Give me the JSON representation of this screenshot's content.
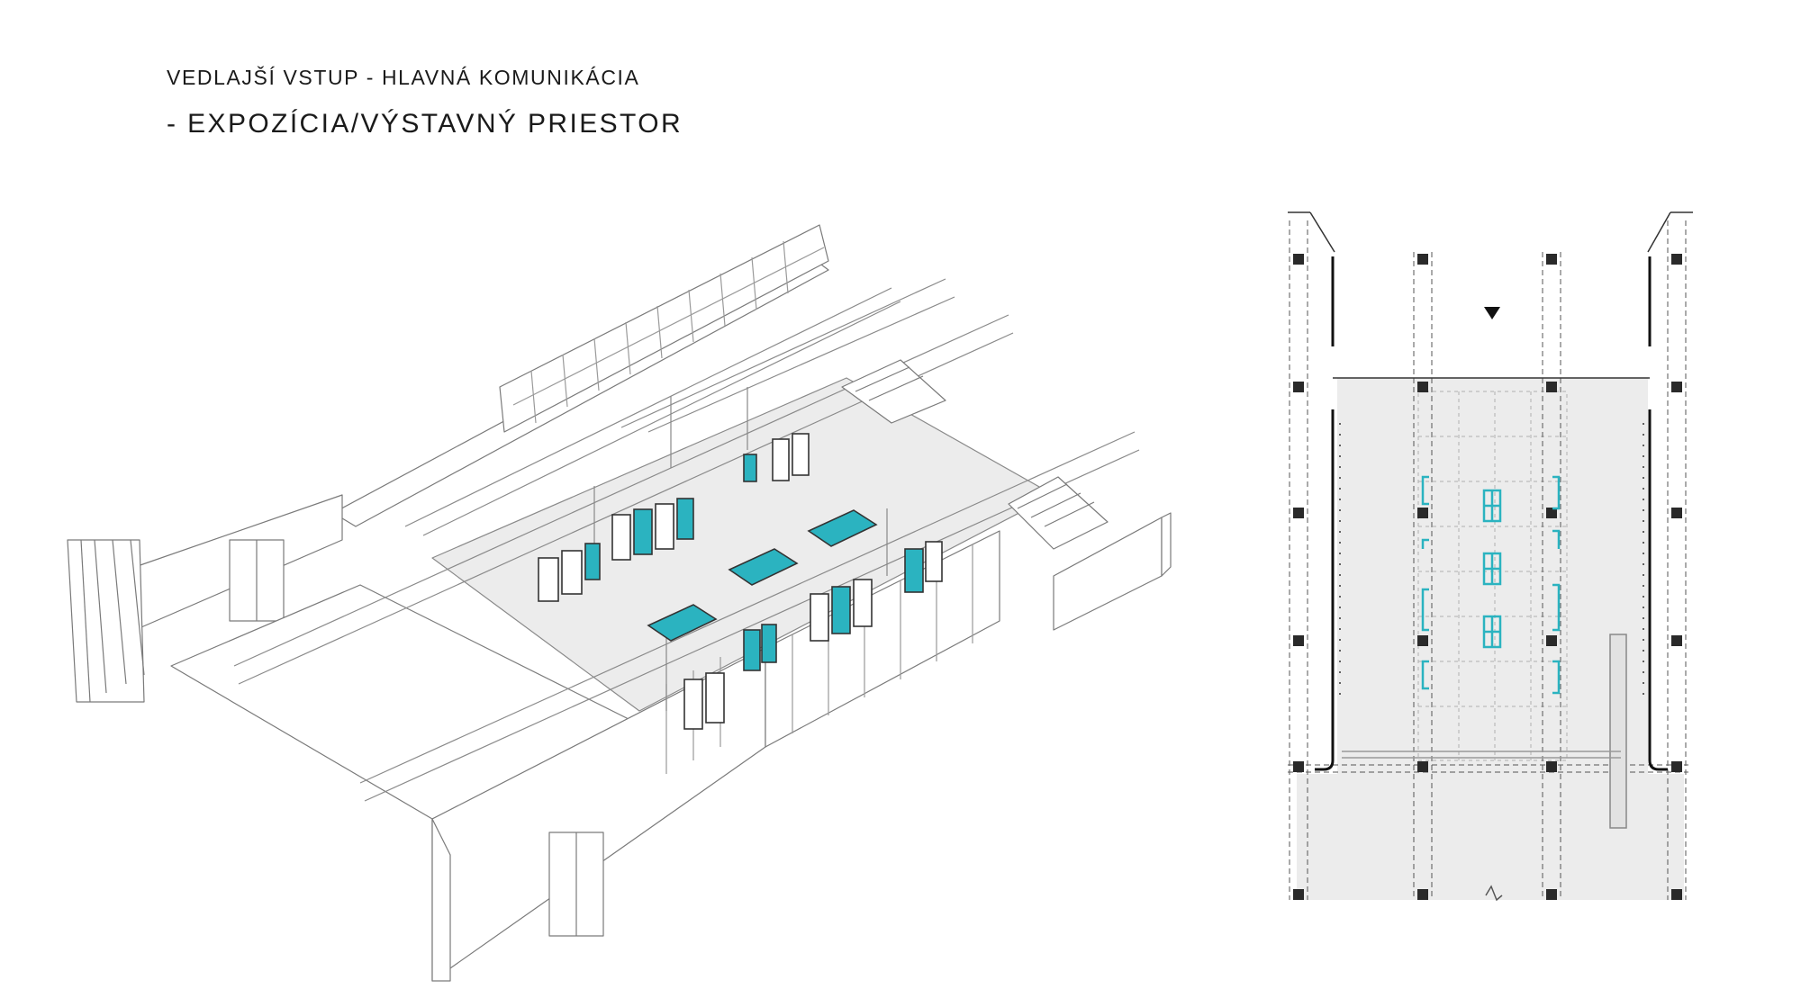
{
  "header": {
    "title": "VEDLAJŠÍ VSTUP - HLAVNÁ KOMUNIKÁCIA",
    "subtitle": "- EXPOZÍCIA/VÝSTAVNÝ PRIESTOR"
  },
  "colors": {
    "accent": "#2bb3c0",
    "line": "#6e6e6e",
    "floor": "#ececec",
    "column": "#2a2a2a"
  },
  "views": {
    "axonometric": "isometric-exhibition-view",
    "plan": "floor-plan-view"
  },
  "plan": {
    "entrance_marker": "entrance-arrow-icon"
  }
}
